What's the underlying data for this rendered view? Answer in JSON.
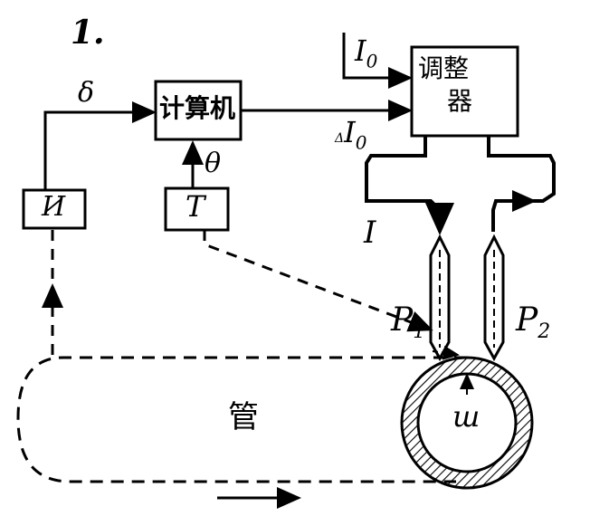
{
  "figure_number": "1.",
  "blocks": {
    "computer": "计算机",
    "regulator_line1": "调整",
    "regulator_line2": "器",
    "sensor_i": "И",
    "sensor_t": "T"
  },
  "signals": {
    "delta": "δ",
    "theta": "θ",
    "i0": "I",
    "i0_sub": "0",
    "delta_i0_prefix": "Δ",
    "delta_i0": "I",
    "delta_i0_sub": "0",
    "current": "I",
    "p1": "P",
    "p1_sub": "1",
    "p2": "P",
    "p2_sub": "2"
  },
  "labels": {
    "pipe": "管",
    "weld": "ш"
  }
}
